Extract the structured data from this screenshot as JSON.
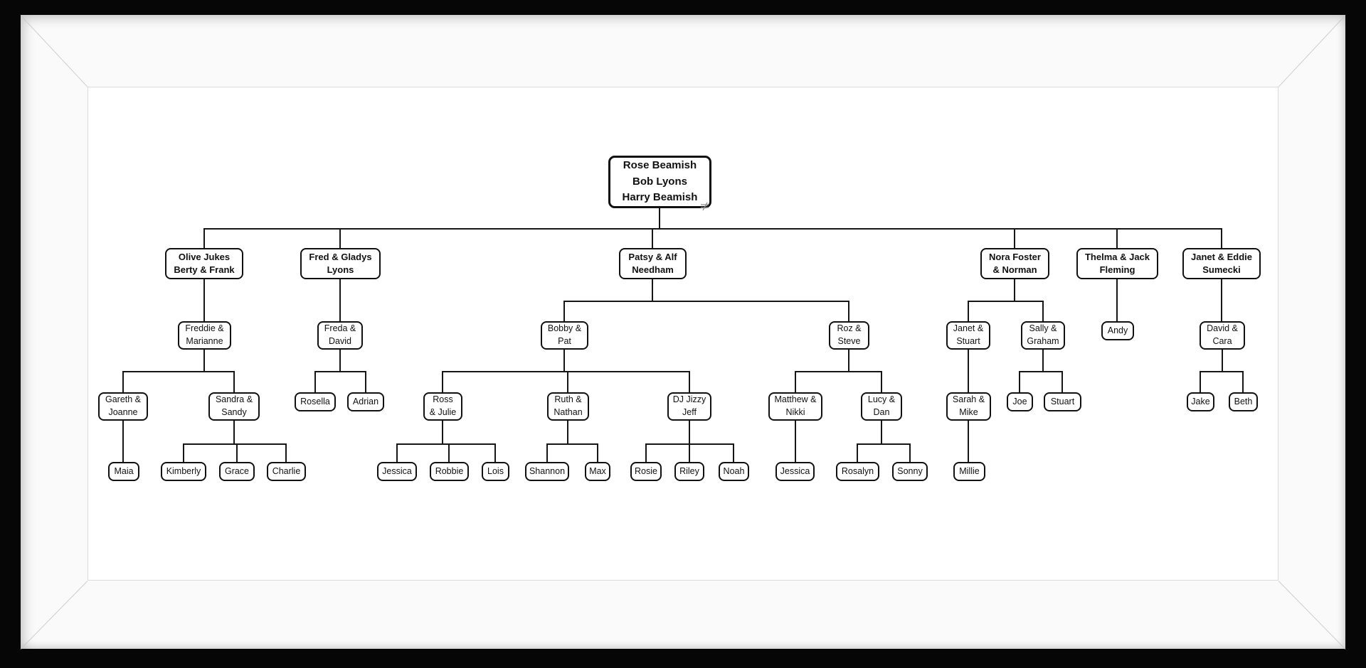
{
  "diagram": {
    "type": "family-tree",
    "nodes": {
      "root": {
        "label": "Rose Beamish\nBob Lyons\nHarry Beamish"
      },
      "olive": {
        "label": "Olive Jukes\nBerty & Frank"
      },
      "fred_gladys": {
        "label": "Fred & Gladys\nLyons"
      },
      "patsy_alf": {
        "label": "Patsy & Alf\nNeedham"
      },
      "nora_norman": {
        "label": "Nora Foster\n& Norman"
      },
      "thelma_jack": {
        "label": "Thelma & Jack\nFleming"
      },
      "janet_eddie": {
        "label": "Janet & Eddie\nSumecki"
      },
      "freddie_marianne": {
        "label": "Freddie &\nMarianne"
      },
      "freda_david": {
        "label": "Freda &\nDavid"
      },
      "bobby_pat": {
        "label": "Bobby &\nPat"
      },
      "roz_steve": {
        "label": "Roz &\nSteve"
      },
      "janet_stuart": {
        "label": "Janet &\nStuart"
      },
      "sally_graham": {
        "label": "Sally &\nGraham"
      },
      "andy": {
        "label": "Andy"
      },
      "david_cara": {
        "label": "David &\nCara"
      },
      "gareth_joanne": {
        "label": "Gareth &\nJoanne"
      },
      "sandra_sandy": {
        "label": "Sandra &\nSandy"
      },
      "rosella": {
        "label": "Rosella"
      },
      "adrian": {
        "label": "Adrian"
      },
      "ross_julie": {
        "label": "Ross\n& Julie"
      },
      "ruth_nathan": {
        "label": "Ruth &\nNathan"
      },
      "dj_jizzy_jeff": {
        "label": "DJ Jizzy\nJeff"
      },
      "matthew_nikki": {
        "label": "Matthew &\nNikki"
      },
      "lucy_dan": {
        "label": "Lucy &\nDan"
      },
      "sarah_mike": {
        "label": "Sarah &\nMike"
      },
      "joe": {
        "label": "Joe"
      },
      "stuart": {
        "label": "Stuart"
      },
      "jake": {
        "label": "Jake"
      },
      "beth": {
        "label": "Beth"
      },
      "maia": {
        "label": "Maia"
      },
      "kimberly": {
        "label": "Kimberly"
      },
      "grace": {
        "label": "Grace"
      },
      "charlie": {
        "label": "Charlie"
      },
      "jessica_r": {
        "label": "Jessica"
      },
      "robbie": {
        "label": "Robbie"
      },
      "lois": {
        "label": "Lois"
      },
      "shannon": {
        "label": "Shannon"
      },
      "max": {
        "label": "Max"
      },
      "rosie": {
        "label": "Rosie"
      },
      "riley": {
        "label": "Riley"
      },
      "noah": {
        "label": "Noah"
      },
      "jessica_m": {
        "label": "Jessica"
      },
      "rosalyn": {
        "label": "Rosalyn"
      },
      "sonny": {
        "label": "Sonny"
      },
      "millie": {
        "label": "Millie"
      }
    },
    "edges": [
      [
        "root",
        "olive"
      ],
      [
        "root",
        "fred_gladys"
      ],
      [
        "root",
        "patsy_alf"
      ],
      [
        "root",
        "nora_norman"
      ],
      [
        "root",
        "thelma_jack"
      ],
      [
        "root",
        "janet_eddie"
      ],
      [
        "olive",
        "freddie_marianne"
      ],
      [
        "fred_gladys",
        "freda_david"
      ],
      [
        "patsy_alf",
        "bobby_pat"
      ],
      [
        "patsy_alf",
        "roz_steve"
      ],
      [
        "nora_norman",
        "janet_stuart"
      ],
      [
        "nora_norman",
        "sally_graham"
      ],
      [
        "thelma_jack",
        "andy"
      ],
      [
        "janet_eddie",
        "david_cara"
      ],
      [
        "freddie_marianne",
        "gareth_joanne"
      ],
      [
        "freddie_marianne",
        "sandra_sandy"
      ],
      [
        "freda_david",
        "rosella"
      ],
      [
        "freda_david",
        "adrian"
      ],
      [
        "bobby_pat",
        "ross_julie"
      ],
      [
        "bobby_pat",
        "ruth_nathan"
      ],
      [
        "bobby_pat",
        "dj_jizzy_jeff"
      ],
      [
        "roz_steve",
        "matthew_nikki"
      ],
      [
        "roz_steve",
        "lucy_dan"
      ],
      [
        "janet_stuart",
        "sarah_mike"
      ],
      [
        "sally_graham",
        "joe"
      ],
      [
        "sally_graham",
        "stuart"
      ],
      [
        "david_cara",
        "jake"
      ],
      [
        "david_cara",
        "beth"
      ],
      [
        "gareth_joanne",
        "maia"
      ],
      [
        "sandra_sandy",
        "kimberly"
      ],
      [
        "sandra_sandy",
        "grace"
      ],
      [
        "sandra_sandy",
        "charlie"
      ],
      [
        "ross_julie",
        "jessica_r"
      ],
      [
        "ross_julie",
        "robbie"
      ],
      [
        "ross_julie",
        "lois"
      ],
      [
        "ruth_nathan",
        "shannon"
      ],
      [
        "ruth_nathan",
        "max"
      ],
      [
        "dj_jizzy_jeff",
        "rosie"
      ],
      [
        "dj_jizzy_jeff",
        "riley"
      ],
      [
        "dj_jizzy_jeff",
        "noah"
      ],
      [
        "matthew_nikki",
        "jessica_m"
      ],
      [
        "lucy_dan",
        "rosalyn"
      ],
      [
        "lucy_dan",
        "sonny"
      ],
      [
        "sarah_mike",
        "millie"
      ]
    ],
    "colors": {
      "line": "#161616",
      "node_border": "#111111",
      "node_bg": "#ffffff",
      "frame_outer": "#060606",
      "frame_inner": "#fafafa",
      "paper": "#ffffff"
    }
  }
}
